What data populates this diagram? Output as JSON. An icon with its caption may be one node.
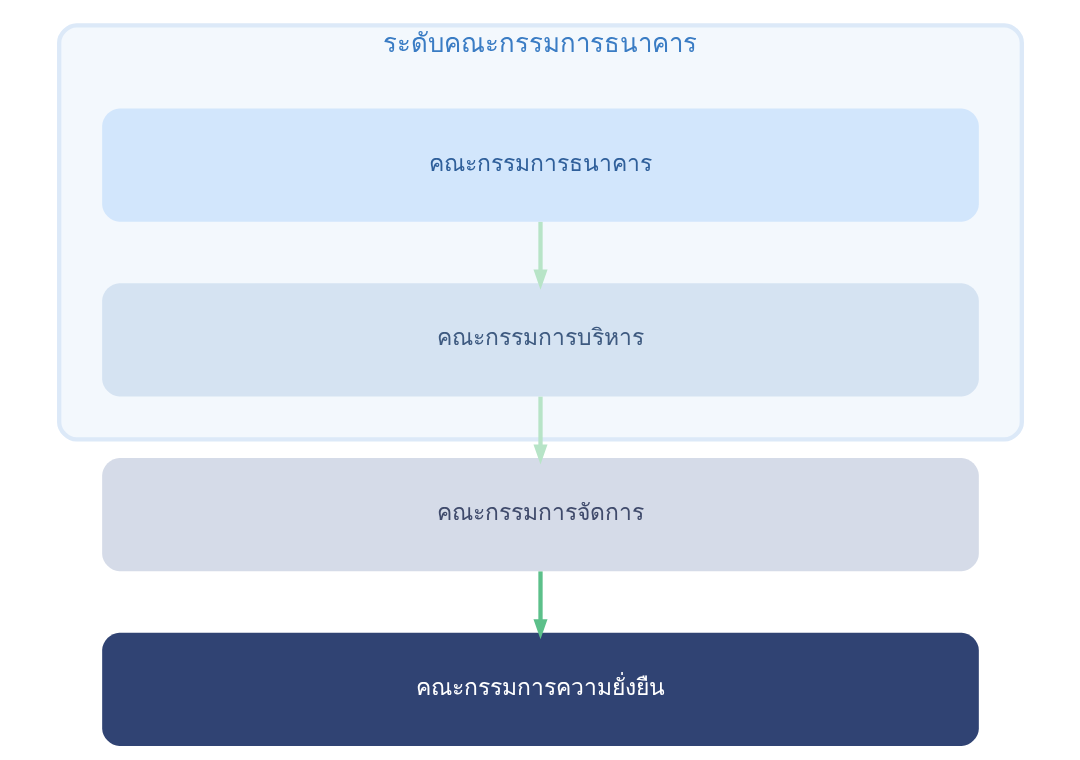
{
  "diagram": {
    "nodes": [
      {
        "text": [
          "ระดับคณะกรรมการธนาคาร"
        ]
      },
      {
        "text": [
          "คณะกรรมการธนาคาร"
        ],
        "in": 0
      },
      {
        "text": [
          "คณะกรรมการบริหาร"
        ],
        "in": 0
      },
      {
        "text": [
          "คณะกรรมการจัดการ"
        ]
      },
      {
        "text": [
          "คณะกรรมการความยั่งยืน"
        ]
      }
    ],
    "edges": [
      {
        "from": 1,
        "to": 2,
        "arrow": "to"
      },
      {
        "from": 2,
        "to": 3,
        "arrow": "to"
      },
      {
        "from": 3,
        "to": 4,
        "arrow": "to",
        "color": "#5cc08a"
      }
    ]
  }
}
